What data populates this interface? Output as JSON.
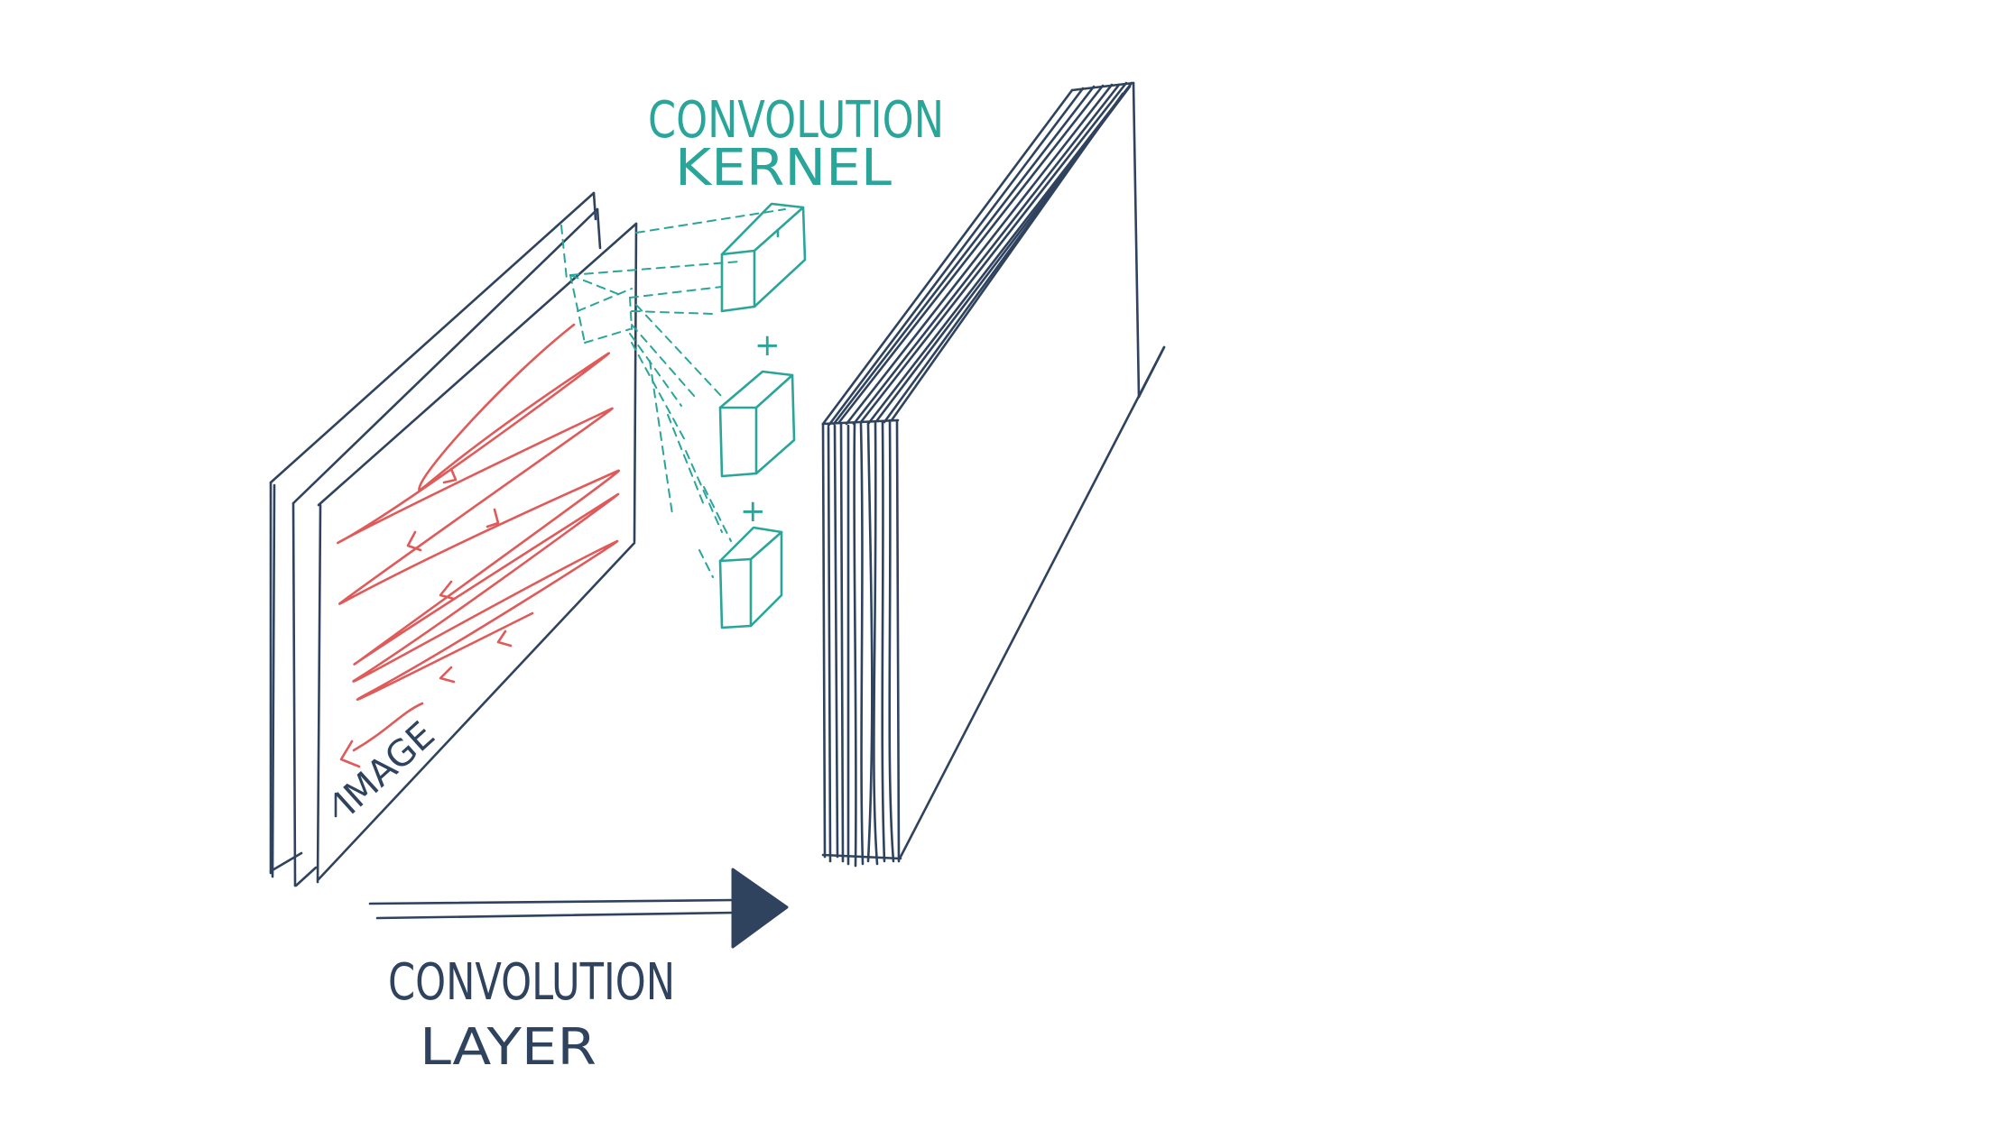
{
  "diagram": {
    "labels": {
      "kernel_line1": "CONVOLUTION",
      "kernel_line2": "KERNEL",
      "image": "IMAGE",
      "plus": "+",
      "layer_line1": "CONVOLUTION",
      "layer_line2": "LAYER"
    },
    "colors": {
      "navy": "#2f435f",
      "teal": "#2aa59a",
      "red": "#e05a5a"
    }
  }
}
